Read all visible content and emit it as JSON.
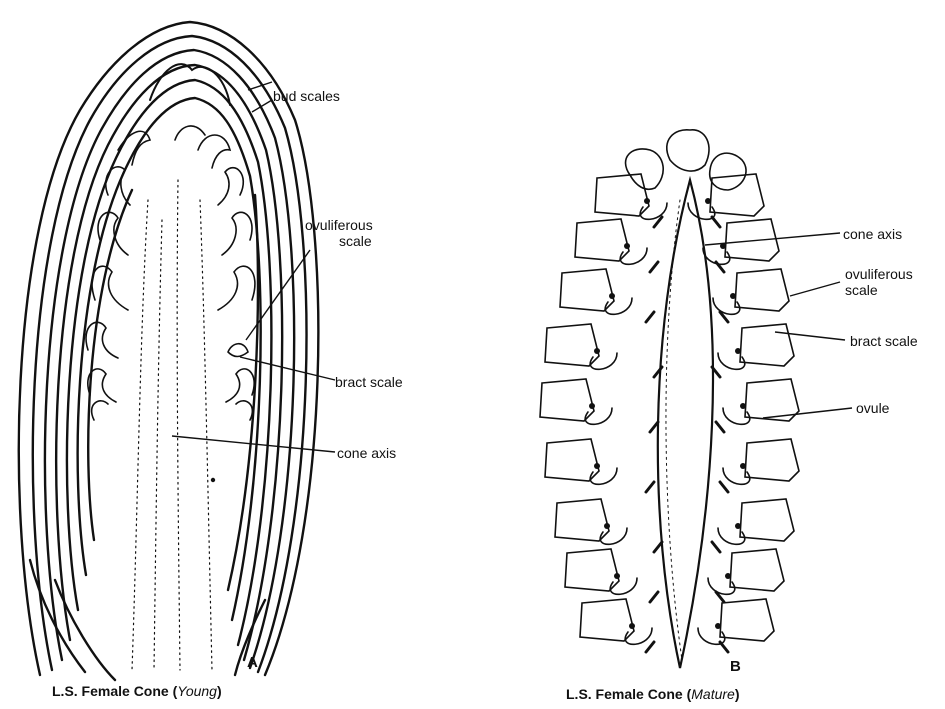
{
  "panel_a": {
    "letter": "A",
    "caption_main": "L.S. Female Cone (",
    "caption_italic": "Young",
    "caption_end": ")",
    "labels": {
      "bud_scales": "bud scales",
      "ovuliferous_line1": "ovuliferous",
      "ovuliferous_line2": "scale",
      "bract_scale": "bract scale",
      "cone_axis": "cone axis"
    }
  },
  "panel_b": {
    "letter": "B",
    "caption_main": "L.S.  Female  Cone  (",
    "caption_italic": "Mature",
    "caption_end": ")",
    "labels": {
      "cone_axis": "cone  axis",
      "ovuliferous_line1": "ovuliferous",
      "ovuliferous_line2": "scale",
      "bract_scale": "bract  scale",
      "ovule": "ovule"
    }
  }
}
